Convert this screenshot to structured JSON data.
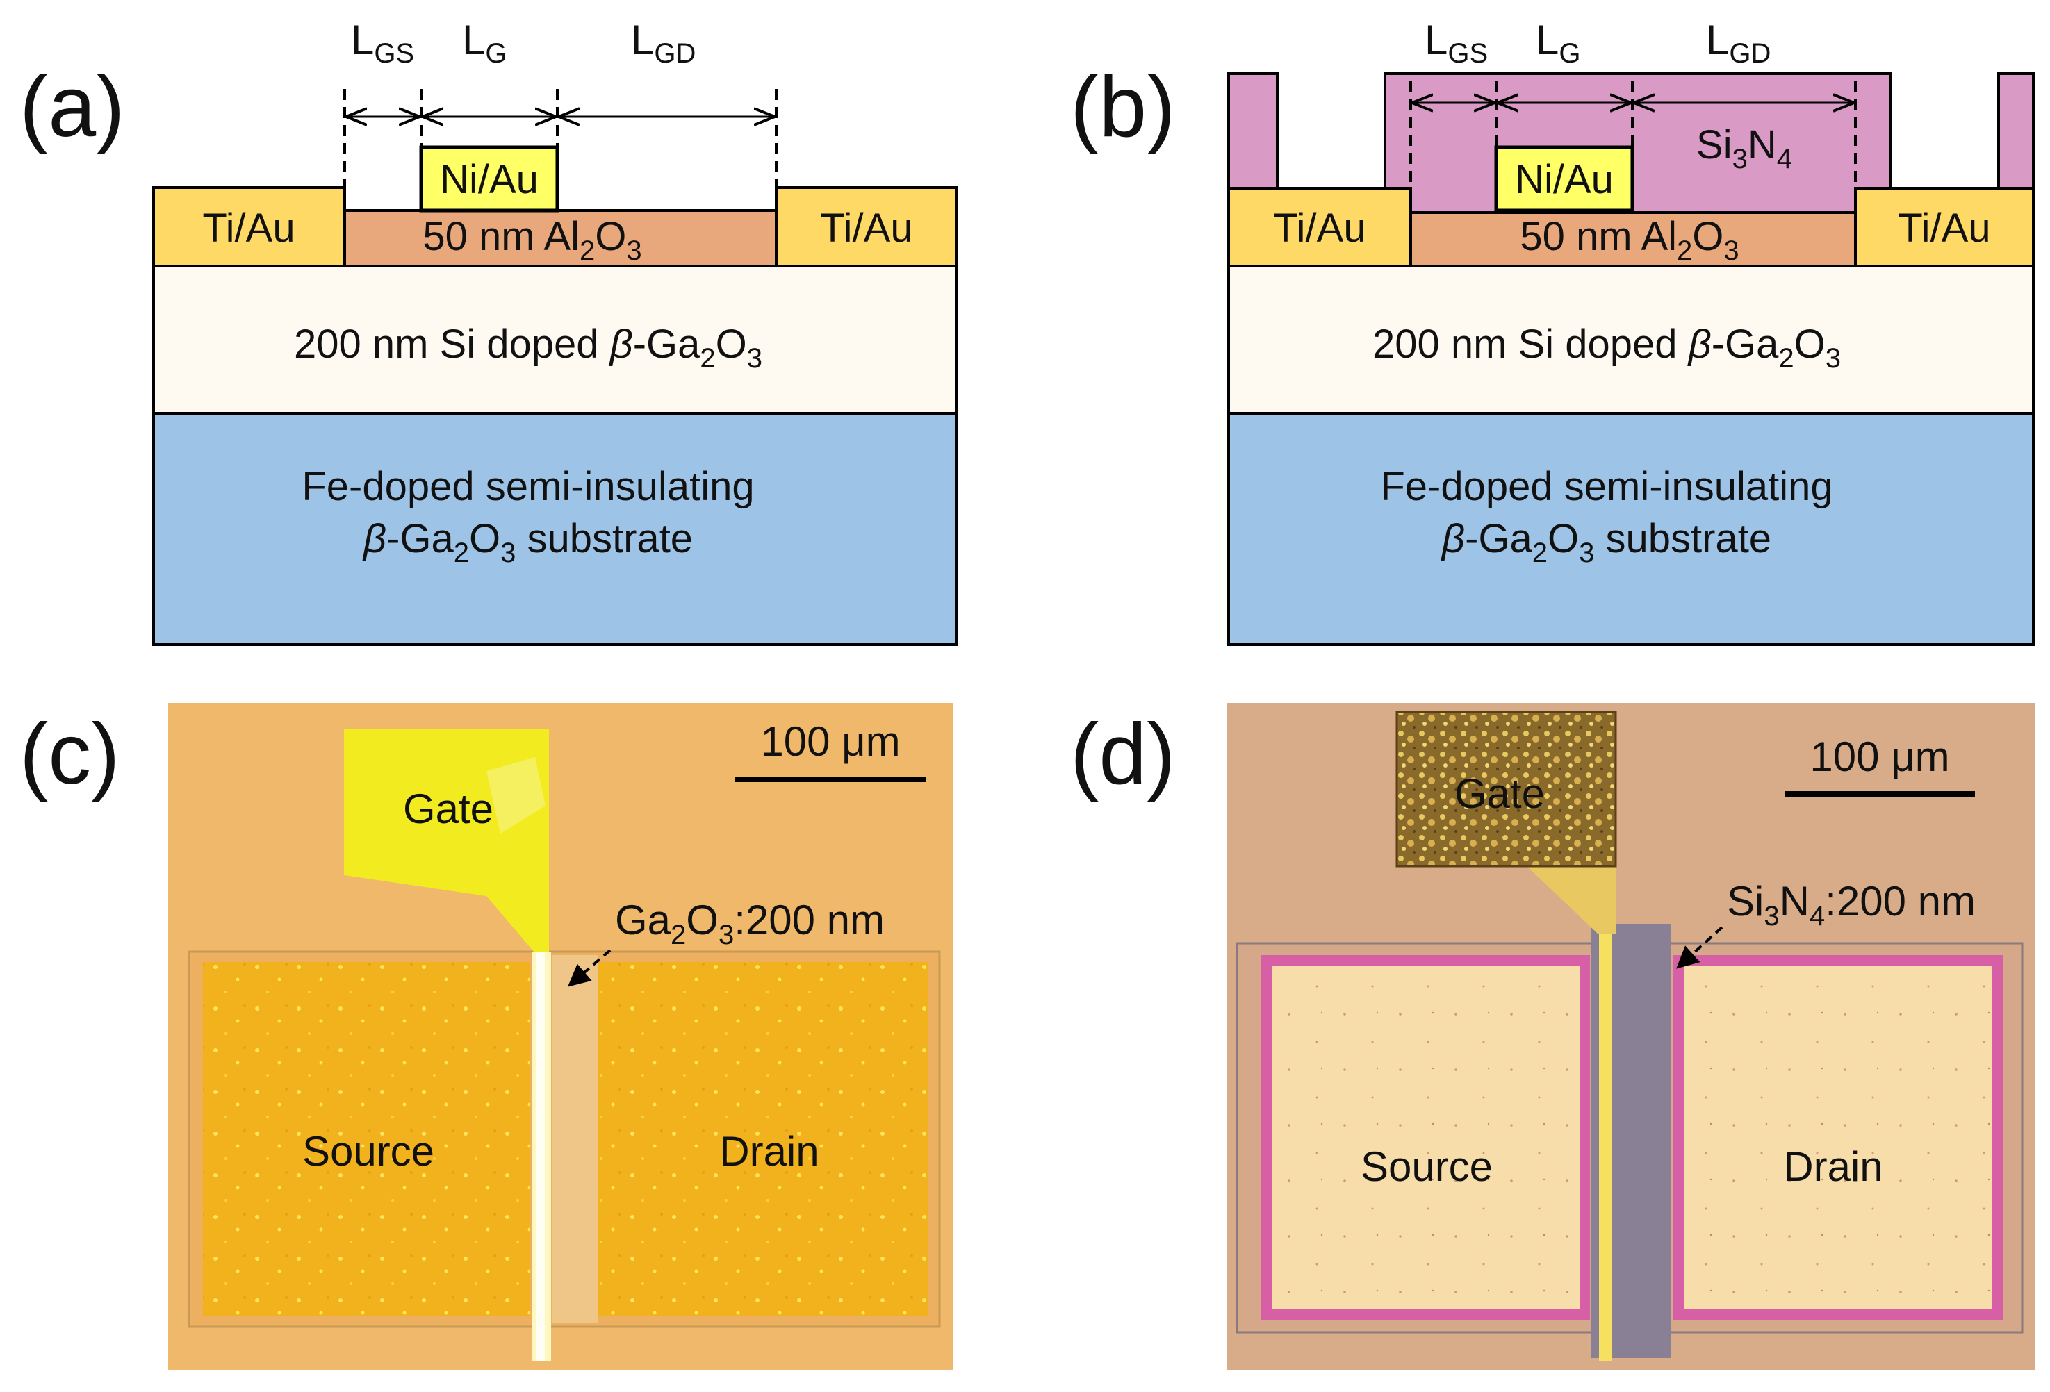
{
  "panels": {
    "a": {
      "letter": "(a)",
      "dims": {
        "lgs": "L",
        "lgs_sub": "GS",
        "lg": "L",
        "lg_sub": "G",
        "lgd": "L",
        "lgd_sub": "GD"
      },
      "gate": "Ni/Au",
      "source_contact": "Ti/Au",
      "drain_contact": "Ti/Au",
      "oxide": {
        "prefix": "50 nm Al",
        "sub1": "2",
        "mid": "O",
        "sub2": "3"
      },
      "channel": {
        "prefix": "200 nm Si doped ",
        "beta": "β",
        "dash": "-Ga",
        "sub1": "2",
        "mid": "O",
        "sub2": "3"
      },
      "substrate": {
        "line1": "Fe-doped semi-insulating",
        "beta": "β",
        "dash": "-Ga",
        "sub1": "2",
        "mid": "O",
        "sub2": "3",
        "suffix": " substrate"
      }
    },
    "b": {
      "letter": "(b)",
      "dims": {
        "lgs": "L",
        "lgs_sub": "GS",
        "lg": "L",
        "lg_sub": "G",
        "lgd": "L",
        "lgd_sub": "GD"
      },
      "gate": "Ni/Au",
      "passivation": {
        "prefix": "Si",
        "sub1": "3",
        "mid": "N",
        "sub2": "4"
      },
      "source_contact": "Ti/Au",
      "drain_contact": "Ti/Au",
      "oxide": {
        "prefix": "50 nm Al",
        "sub1": "2",
        "mid": "O",
        "sub2": "3"
      },
      "channel": {
        "prefix": "200 nm Si doped ",
        "beta": "β",
        "dash": "-Ga",
        "sub1": "2",
        "mid": "O",
        "sub2": "3"
      },
      "substrate": {
        "line1": "Fe-doped semi-insulating",
        "beta": "β",
        "dash": "-Ga",
        "sub1": "2",
        "mid": "O",
        "sub2": "3",
        "suffix": " substrate"
      }
    },
    "c": {
      "letter": "(c)",
      "scale": "100 μm",
      "gate": "Gate",
      "source": "Source",
      "drain": "Drain",
      "annotation": {
        "prefix": "Ga",
        "sub1": "2",
        "mid": "O",
        "sub2": "3",
        "suffix": ":200 nm"
      }
    },
    "d": {
      "letter": "(d)",
      "scale": "100 μm",
      "gate": "Gate",
      "source": "Source",
      "drain": "Drain",
      "annotation": {
        "prefix": "Si",
        "sub1": "3",
        "mid": "N",
        "sub2": "4",
        "suffix": ":200 nm"
      }
    }
  },
  "colors": {
    "contact_gold": "#FFD966",
    "gate_yellow": "#FFFF66",
    "oxide_tan": "#E8A87C",
    "channel_cream": "#FEF9F1",
    "substrate_blue": "#9DC3E6",
    "passivation_pink": "#D99AC5",
    "photo_c_bg": "#F0B86A",
    "photo_d_bg": "#D8AC88"
  }
}
